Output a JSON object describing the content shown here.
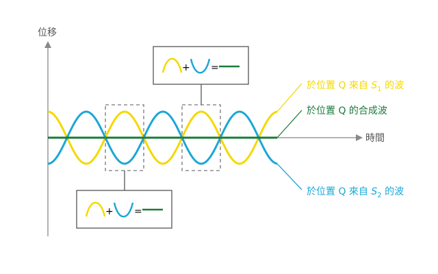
{
  "axes": {
    "y_label": "位移",
    "x_label": "時間"
  },
  "legend": {
    "s1_wave": {
      "prefix": "於位置 Q 來自 ",
      "symbol": "S",
      "subscript": "1",
      "suffix": " 的波"
    },
    "resultant": {
      "text": "於位置 Q 的合成波"
    },
    "s2_wave": {
      "prefix": "於位置 Q 來自 ",
      "symbol": "S",
      "subscript": "2",
      "suffix": " 的波"
    }
  },
  "equation_boxes": [
    {
      "plus": "+",
      "equals": "="
    },
    {
      "plus": "+",
      "equals": "="
    }
  ],
  "colors": {
    "s1": "#f5d800",
    "s2": "#1aa7d6",
    "resultant": "#1a7a3a",
    "axis": "#888888",
    "box_border": "#555555",
    "dashed": "#777777"
  }
}
